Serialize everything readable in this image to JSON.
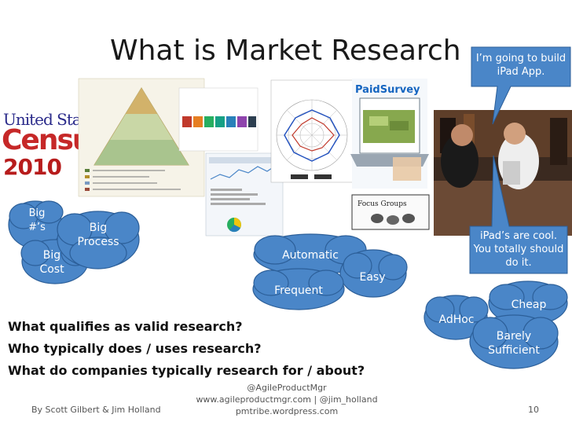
{
  "title": "What is Market Research",
  "speech_bubble_top": "I’m going to build iPad App.",
  "speech_bubble_bottom": "iPad’s are cool. You totally should do it.",
  "clouds": {
    "big_numbers": "Big #’s",
    "big_process": "Big Process",
    "big_cost": "Big Cost",
    "automatic": "Automatic",
    "easy": "Easy",
    "frequent": "Frequent",
    "adhoc": "AdHoc",
    "cheap": "Cheap",
    "barely_sufficient": "Barely Sufficient"
  },
  "census_logo": {
    "line1": "United States",
    "line2": "Census",
    "line3": "2010"
  },
  "paid_survey_logo": "PaidSurvey",
  "focus_groups_label": "Focus Groups",
  "questions": [
    "What qualifies as valid research?",
    "Who typically does / uses research?",
    "What do companies typically research for / about?"
  ],
  "footer": {
    "authors": "By Scott Gilbert & Jim Holland",
    "contact_line1": "@AgileProductMgr",
    "contact_line2": "www.agileproductmgr.com | @jim_holland",
    "contact_line3": "pmtribe.wordpress.com",
    "page_number": "10"
  },
  "colors": {
    "cloud_fill": "#4a86c8",
    "cloud_stroke": "#2c5f99",
    "bubble_fill": "#4a86c8"
  }
}
